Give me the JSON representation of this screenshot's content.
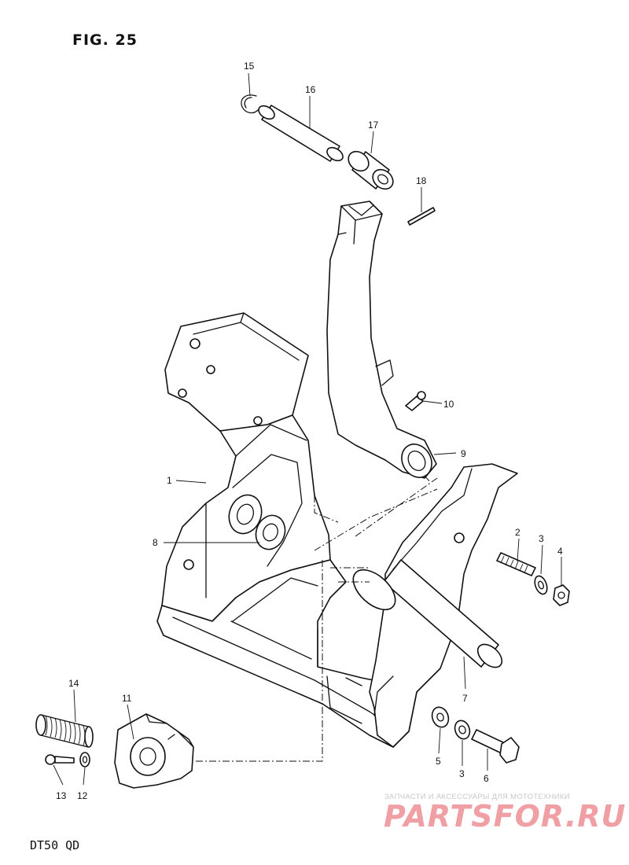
{
  "figure": {
    "title": "FIG. 25",
    "model_code": "DT50 QD"
  },
  "callouts": [
    "1",
    "2",
    "3",
    "4",
    "5",
    "3",
    "6",
    "7",
    "8",
    "9",
    "10",
    "11",
    "12",
    "13",
    "14",
    "15",
    "16",
    "17",
    "18"
  ],
  "watermark": {
    "text": "PARTSFOR.RU",
    "subtext": "ЗАПЧАСТИ И АКСЕССУАРЫ ДЛЯ МОТОТЕХНИКИ",
    "color": "#f0a0a4"
  }
}
